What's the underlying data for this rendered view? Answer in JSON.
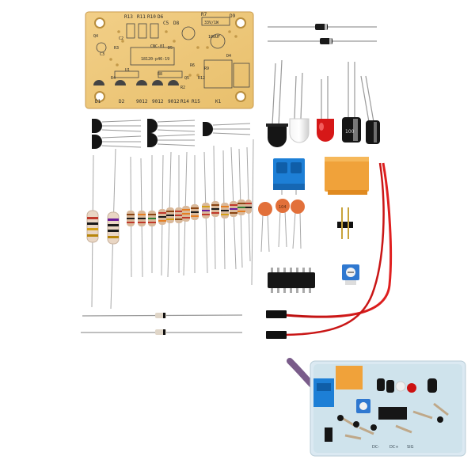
{
  "pcb": {
    "labels_top": [
      "R13",
      "R11",
      "R10",
      "D6",
      "C5",
      "D8",
      "R7",
      "33V/1W",
      "D9"
    ],
    "label_center_1": "CNC-01",
    "label_center_2": "18120-p46-19",
    "label_cap": "100UF",
    "labels_bottom": [
      "D1",
      "D2",
      "9012",
      "9012",
      "9012",
      "R14",
      "R15",
      "K1"
    ],
    "labels_side": [
      "R3",
      "C2",
      "Q4",
      "C3",
      "U1",
      "D5",
      "R8",
      "Q5",
      "R12",
      "R4",
      "D4",
      "R2",
      "R6",
      "R9"
    ]
  },
  "electrolytic_cap_label": "100",
  "ceramic_cap_label": "104",
  "module": {
    "labels": [
      "DC-",
      "DC+",
      "SIG"
    ]
  }
}
